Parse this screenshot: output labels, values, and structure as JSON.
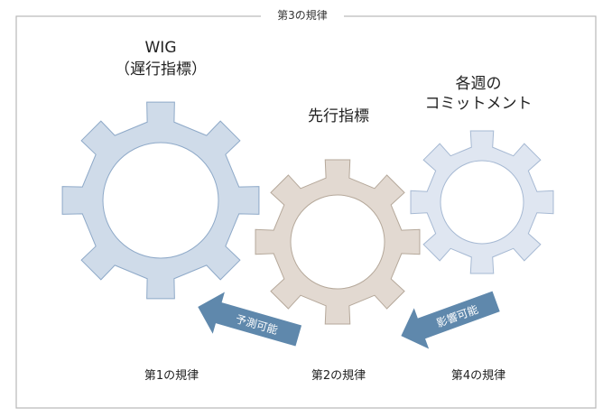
{
  "frame_title": "第3の規律",
  "gears": {
    "wig": {
      "line1": "WIG",
      "line2": "（遅行指標）",
      "color": "#cfdbe9",
      "stroke": "#8ea9c8"
    },
    "lead": {
      "label": "先行指標",
      "color": "#e2d9d1",
      "stroke": "#b5a89a"
    },
    "weekly": {
      "line1": "各週の",
      "line2": "コミットメント",
      "color": "#dfe6f1",
      "stroke": "#a6b9d3"
    }
  },
  "arrows": {
    "predict": {
      "label": "予測可能",
      "color": "#5f88ac"
    },
    "influence": {
      "label": "影響可能",
      "color": "#5f88ac"
    }
  },
  "disciplines": {
    "first": "第1の規律",
    "second": "第2の規律",
    "fourth": "第4の規律"
  },
  "colors": {
    "frame": "#b8b8b8",
    "text": "#222222",
    "arrow_text": "#ffffff"
  }
}
